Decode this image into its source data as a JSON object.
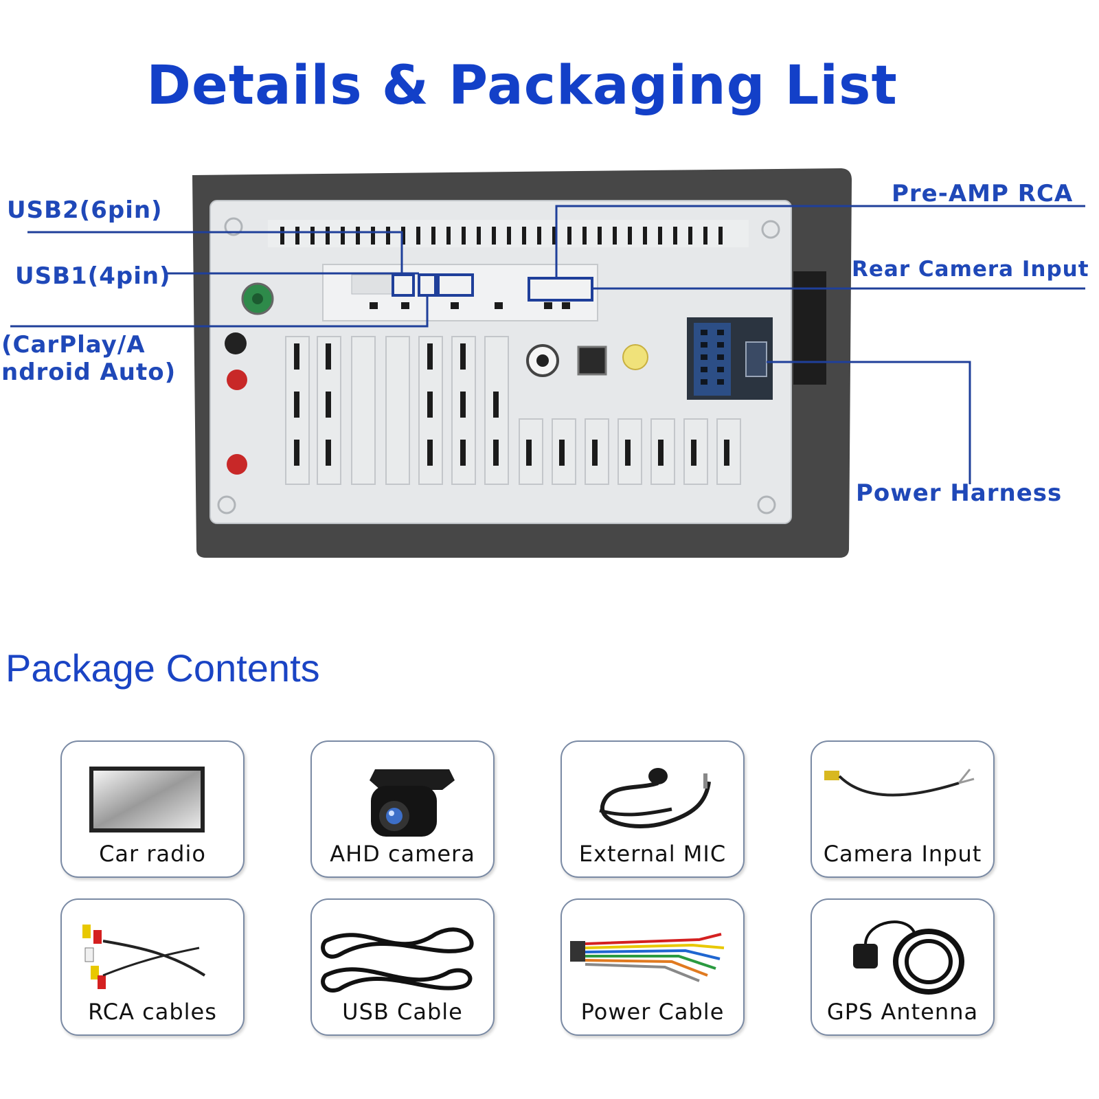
{
  "title": "Details & Packaging List",
  "callouts": {
    "usb2": "USB2(6pin)",
    "usb1": "USB1(4pin)",
    "carplay_line1": "(CarPlay/A",
    "carplay_line2": "ndroid Auto)",
    "preamp": "Pre-AMP RCA",
    "rear_camera": "Rear Camera Input",
    "power_harness": "Power Harness"
  },
  "package_title": "Package Contents",
  "package_items": [
    {
      "label": "Car radio",
      "icon": "car-radio-icon"
    },
    {
      "label": "AHD camera",
      "icon": "camera-icon"
    },
    {
      "label": "External MIC",
      "icon": "microphone-icon"
    },
    {
      "label": "Camera Input",
      "icon": "camera-cable-icon"
    },
    {
      "label": "RCA cables",
      "icon": "rca-cable-icon"
    },
    {
      "label": "USB Cable",
      "icon": "usb-cable-icon"
    },
    {
      "label": "Power Cable",
      "icon": "power-cable-icon"
    },
    {
      "label": "GPS Antenna",
      "icon": "gps-antenna-icon"
    }
  ],
  "colors": {
    "title": "#1340c8",
    "callout": "#1f48b8",
    "leader_line": "#1f3f9a",
    "chassis": "#4a4a4a",
    "metal": "#e4e6e8"
  }
}
